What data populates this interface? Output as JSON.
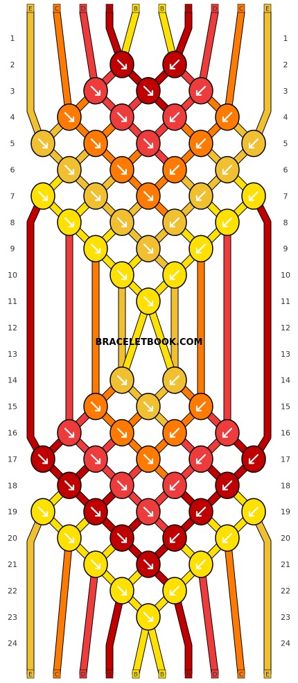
{
  "watermark": "BRACELETBOOK.COM",
  "strand_labels": [
    "E",
    "C",
    "D",
    "A",
    "B",
    "B",
    "A",
    "D",
    "C",
    "E"
  ],
  "row_numbers": [
    "1",
    "2",
    "3",
    "4",
    "5",
    "6",
    "7",
    "8",
    "9",
    "10",
    "11",
    "12",
    "13",
    "14",
    "15",
    "16",
    "17",
    "18",
    "19",
    "20",
    "21",
    "22",
    "23",
    "24"
  ],
  "colors": {
    "A": "#c00000",
    "B": "#ffe100",
    "C": "#ff7a00",
    "D": "#ee3c3c",
    "E": "#f0c030"
  }
}
